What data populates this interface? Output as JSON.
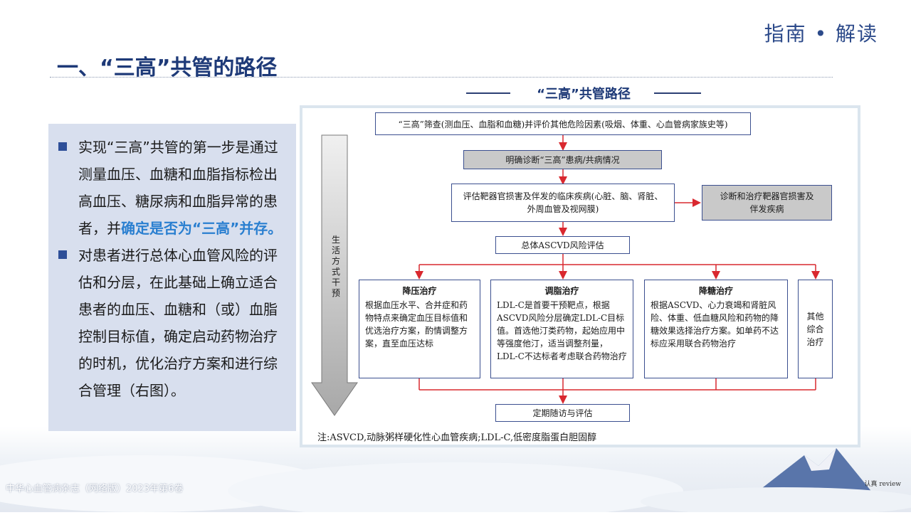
{
  "brand": "指南 • 解读",
  "page_title": "一、“三高”共管的路径",
  "bullets": {
    "b1_a": "实现“三高”共管的第一步是通过测量血压、血糖和血脂指标检出高血压、糖尿病和血脂异常的患者，并",
    "b1_hl": "确定是否为“三高”并存。",
    "b2": "对患者进行总体心血管风险的评估和分层，在此基础上确立适合患者的血压、血糖和（或）血脂控制目标值，确定启动药物治疗的时机，优化治疗方案和进行综合管理（右图）。"
  },
  "figure": {
    "title": "“三高”共管路径",
    "screening": "“三高”筛查(测血压、血脂和血糖)并评价其他危险因素(吸烟、体重、心血管病家族史等)",
    "diagnosis": "明确诊断“三高”患病/共病情况",
    "organ_eval": "评估靶器官损害及伴发的临床疾病(心脏、脑、肾脏、外周血管及视网膜)",
    "organ_treat": "诊断和治疗靶器官损害及伴发疾病",
    "ascvd": "总体ASCVD风险评估",
    "lifestyle": "生活方式干预",
    "bp": {
      "title": "降压治疗",
      "text": "根据血压水平、合并症和药物特点来确定血压目标值和优选治疗方案，酌情调整方案，直至血压达标"
    },
    "lipid": {
      "title": "调脂治疗",
      "text": "LDL-C是首要干预靶点，根据ASCVD风险分层确定LDL-C目标值。首选他汀类药物，起始应用中等强度他汀，适当调整剂量，LDL-C不达标者考虑联合药物治疗"
    },
    "glucose": {
      "title": "降糖治疗",
      "text": "根据ASCVD、心力衰竭和肾脏风险、体重、低血糖风险和药物的降糖效果选择治疗方案。如单药不达标应采用联合药物治疗"
    },
    "other": "其他综合治疗",
    "followup": "定期随访与评估",
    "note": "注:ASVCD,动脉粥样硬化性心血管疾病;LDL-C,低密度脂蛋白胆固醇"
  },
  "footer": {
    "left": "中华心血管病杂志（网络版）2023年第6卷",
    "right": "认真 review"
  },
  "colors": {
    "title": "#1e3a78",
    "arrow": "#d9282f",
    "panel": "#d8dfee",
    "highlight": "#2a7fd0"
  }
}
